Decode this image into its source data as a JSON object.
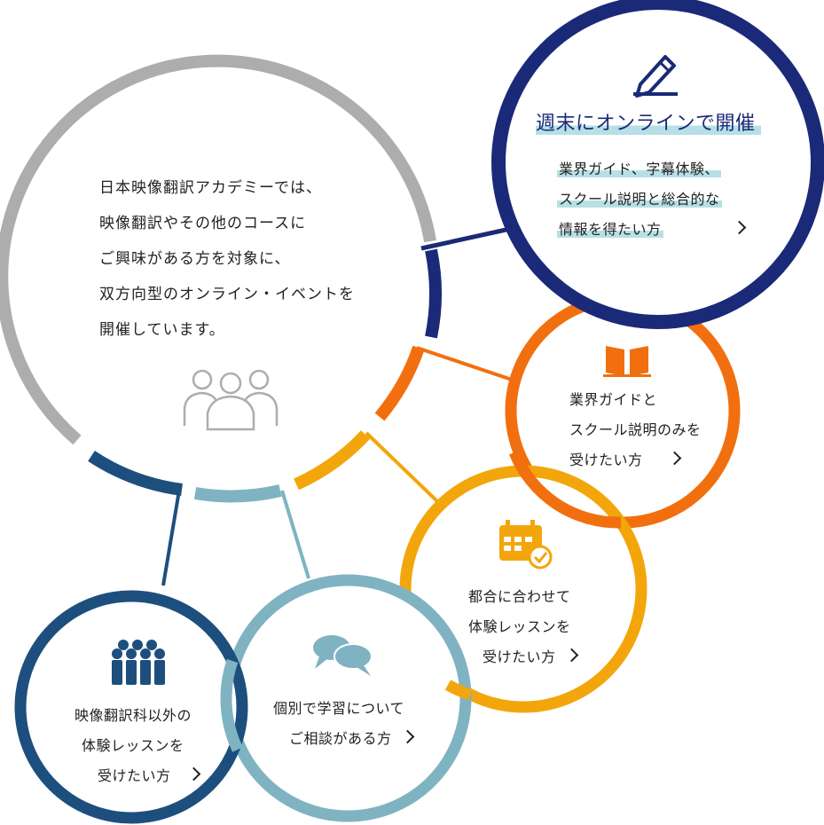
{
  "colors": {
    "gray": "#adadad",
    "navy": "#1b2a78",
    "orange": "#f26f0f",
    "yellow": "#f3a60b",
    "teal": "#7fb3c2",
    "dark_blue": "#1d4f7e",
    "highlight": "#b6e0e6"
  },
  "intro": {
    "lines": [
      "日本映像翻訳アカデミーでは、",
      "映像翻訳やその他のコースに",
      "ご興味がある方を対象に、",
      "双方向型のオンライン・イベントを",
      "開催しています。"
    ],
    "icon": "people-group-icon"
  },
  "weekend": {
    "icon": "pen-icon",
    "title": "週末にオンラインで開催",
    "lines": [
      "業界ガイド、字幕体験、",
      "スクール説明と総合的な",
      "情報を得たい方"
    ]
  },
  "guide": {
    "icon": "open-book-icon",
    "lines": [
      "業界ガイドと",
      "スクール説明のみを",
      "受けたい方"
    ]
  },
  "schedule": {
    "icon": "calendar-check-icon",
    "lines": [
      "都合に合わせて",
      "体験レッスンを",
      "受けたい方"
    ]
  },
  "consult": {
    "icon": "speech-bubbles-icon",
    "lines": [
      "個別で学習について",
      "ご相談がある方"
    ]
  },
  "other": {
    "icon": "business-people-icon",
    "lines": [
      "映像翻訳科以外の",
      "体験レッスンを",
      "受けたい方"
    ]
  }
}
